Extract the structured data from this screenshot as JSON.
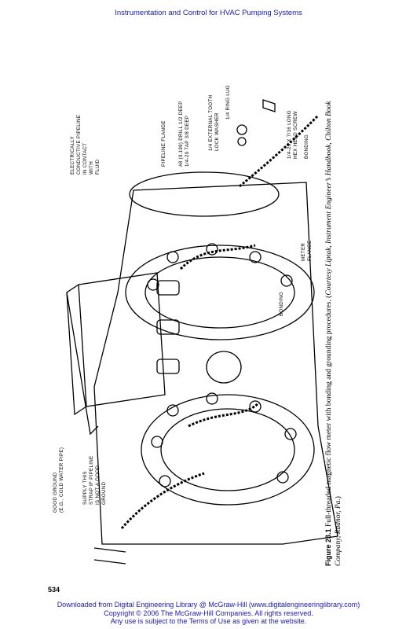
{
  "header": {
    "title": "Instrumentation and Control for HVAC Pumping Systems"
  },
  "figure": {
    "labels": {
      "electrically": [
        "ELECTRICALLY",
        "CONDUCTIVE PIPELINE",
        "IN CONTACT",
        "WITH",
        "FLUID"
      ],
      "pipeline_flange": "PIPELINE FLANGE",
      "drill": [
        "#8 (0.199) DRILL 1/2 DEEP",
        "1/4-20 TAP 3/8 DEEP"
      ],
      "washer": [
        "1/4 EXTERNAL TOOTH",
        "LOCK WASHER"
      ],
      "ring_lug": "1/4 RING LUG",
      "screw": [
        "1/4-20 X 7/16 LONG",
        "HEX HEAD SCREW"
      ],
      "bonding_top": "BONDING",
      "meter_flange": [
        "METER",
        "FLANGE"
      ],
      "bonding_mid": "BONDING",
      "good_ground": [
        "GOOD GROUND",
        "(E.G., COLD WATER PIPE)"
      ],
      "supply_strap": [
        "SUPPLY THIS",
        "STRAP IF PIPELINE",
        "IS NOT A GOOD",
        "GROUND"
      ]
    }
  },
  "caption": {
    "label": "Figure 23.1",
    "text": "Full-threaded magnetic flow meter with bonding and grounding procedures. (",
    "credit": "Courtesy Liptak, Instrument Engineer’s Handbook, Chilton Book Company, Radnor, Pa.",
    "close": ")"
  },
  "page_number": "534",
  "footer": {
    "line1": "Downloaded from Digital Engineering Library @ McGraw-Hill (www.digitalengineeringlibrary.com)",
    "line2": "Copyright © 2006 The McGraw-Hill Companies. All rights reserved.",
    "line3": "Any use is subject to the Terms of Use as given at the website."
  }
}
